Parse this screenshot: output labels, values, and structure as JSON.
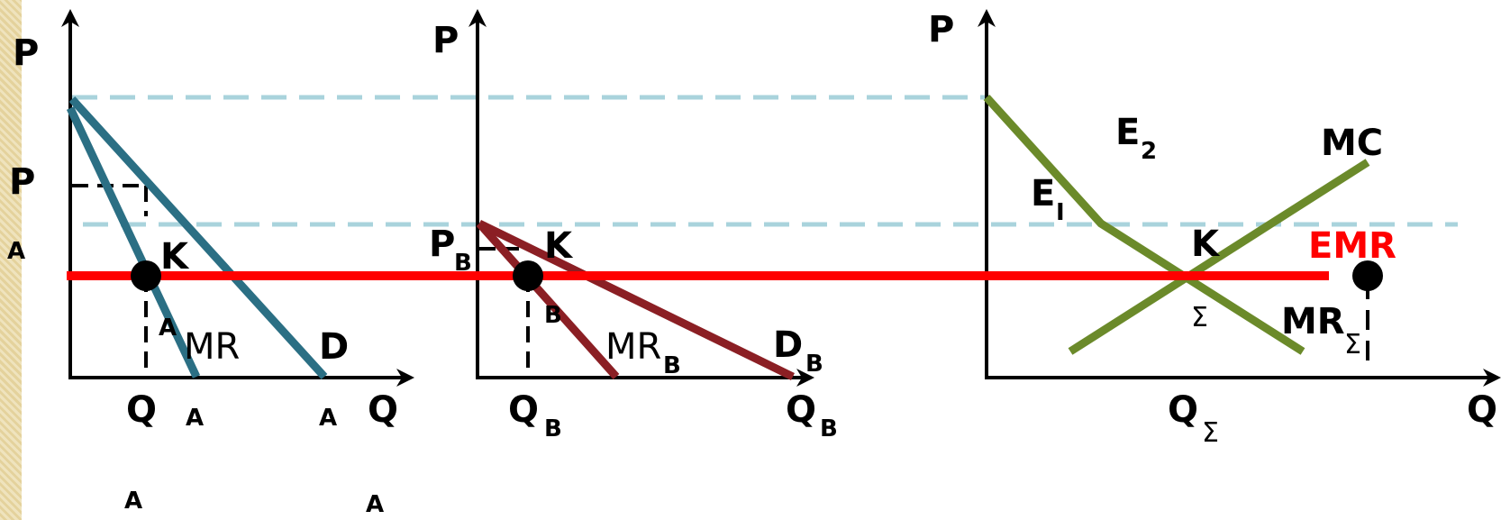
{
  "colors": {
    "emr": "#ff0000",
    "demand_a": "#2b6f84",
    "demand_b": "#8b1f24",
    "market": "#6b8a2a",
    "guide": "#a9d3dc",
    "axis": "#000000",
    "dot": "#000000",
    "strip": "#e8d9a8"
  },
  "panel_a": {
    "y_axis_label": "P",
    "price_label": "P",
    "price_sub": "A",
    "point_label": "K",
    "mr_label": "MR",
    "mr_sub": "A",
    "d_label": "D",
    "d_sub": "A",
    "q_point_label": "Q",
    "q_point_sub": "A",
    "x_axis_label": "Q",
    "x_axis_sub": "A"
  },
  "panel_b": {
    "y_axis_label": "P",
    "price_label": "P",
    "price_sub": "B",
    "point_label": "K",
    "point_sub": "B",
    "mr_label": "MR",
    "mr_sub": "B",
    "d_label": "D",
    "d_sub": "B",
    "q_point_label": "Q",
    "q_point_sub": "B",
    "x_axis_label": "Q",
    "x_axis_sub": "B"
  },
  "panel_c": {
    "y_axis_label": "P",
    "e2_label": "E",
    "e2_sub": "2",
    "e1_label": "E",
    "e1_sub": "I",
    "mc_label": "MC",
    "point_label": "K",
    "point_sub": "Σ",
    "emr_label": "EMR",
    "mr_label": "MR",
    "mr_sub": "Σ",
    "q_point_label": "Q",
    "q_point_sub": "Σ",
    "x_axis_label": "Q"
  }
}
